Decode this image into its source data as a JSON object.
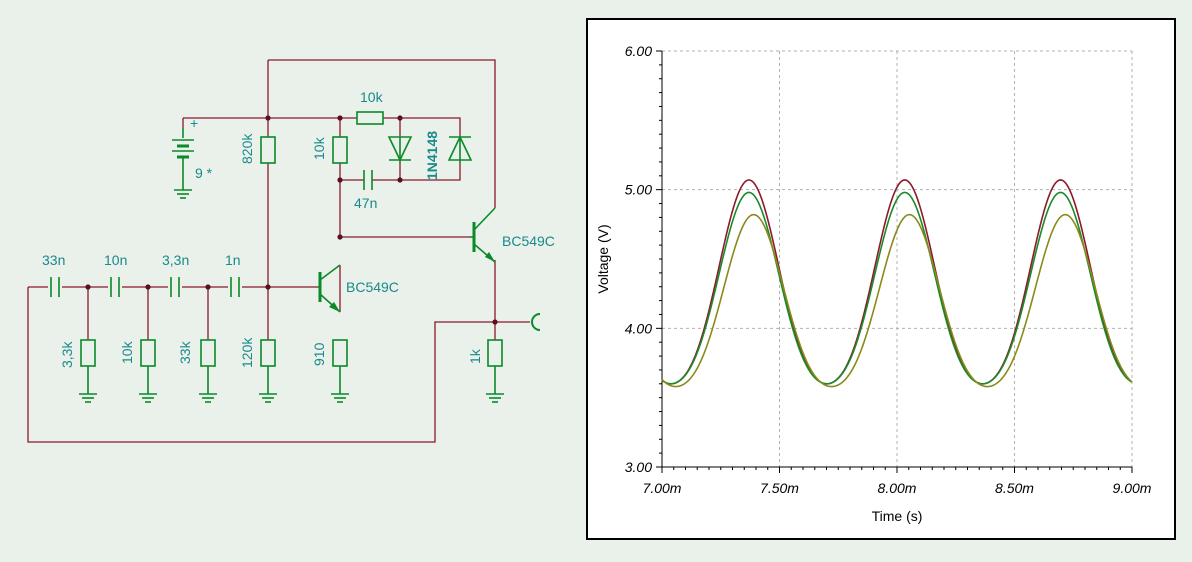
{
  "schematic": {
    "labels": {
      "r_820k": "820k",
      "r_10k_top": "10k",
      "r_10k_v": "10k",
      "d_1n4148": "1N4148",
      "c_47n": "47n",
      "battery": "9 *",
      "battery_plus": "+",
      "q2": "BC549C",
      "q1": "BC549C",
      "c_33n": "33n",
      "c_10n": "10n",
      "c_3_3n": "3,3n",
      "c_1n": "1n",
      "r_3_3k": "3,3k",
      "r_10k_lad": "10k",
      "r_33k": "33k",
      "r_120k": "120k",
      "r_910": "910",
      "r_1k": "1k"
    },
    "colors": {
      "wire": "#8a1a2a",
      "component": "#0a8a2a",
      "label": "#1a8a8a"
    }
  },
  "chart_data": {
    "type": "line",
    "xlabel": "Time (s)",
    "ylabel": "Voltage (V)",
    "xlim": [
      7.0,
      9.0
    ],
    "ylim": [
      3.0,
      6.0
    ],
    "x_unit_note": "m",
    "xticks": [
      "7.00m",
      "7.50m",
      "8.00m",
      "8.50m",
      "9.00m"
    ],
    "yticks": [
      "3.00",
      "4.00",
      "5.00",
      "6.00"
    ],
    "grid": true,
    "period_ms": 0.663,
    "series": [
      {
        "color": "#8b1a2a",
        "peak_times_ms": [
          7.37,
          8.035,
          8.695
        ],
        "max": 5.07,
        "min": 3.6
      },
      {
        "color": "#1a8a2a",
        "peak_times_ms": [
          7.37,
          8.035,
          8.695
        ],
        "max": 4.98,
        "min": 3.6
      },
      {
        "color": "#8a8a1a",
        "peak_times_ms": [
          7.39,
          8.05,
          8.71
        ],
        "max": 4.82,
        "min": 3.58
      }
    ]
  }
}
